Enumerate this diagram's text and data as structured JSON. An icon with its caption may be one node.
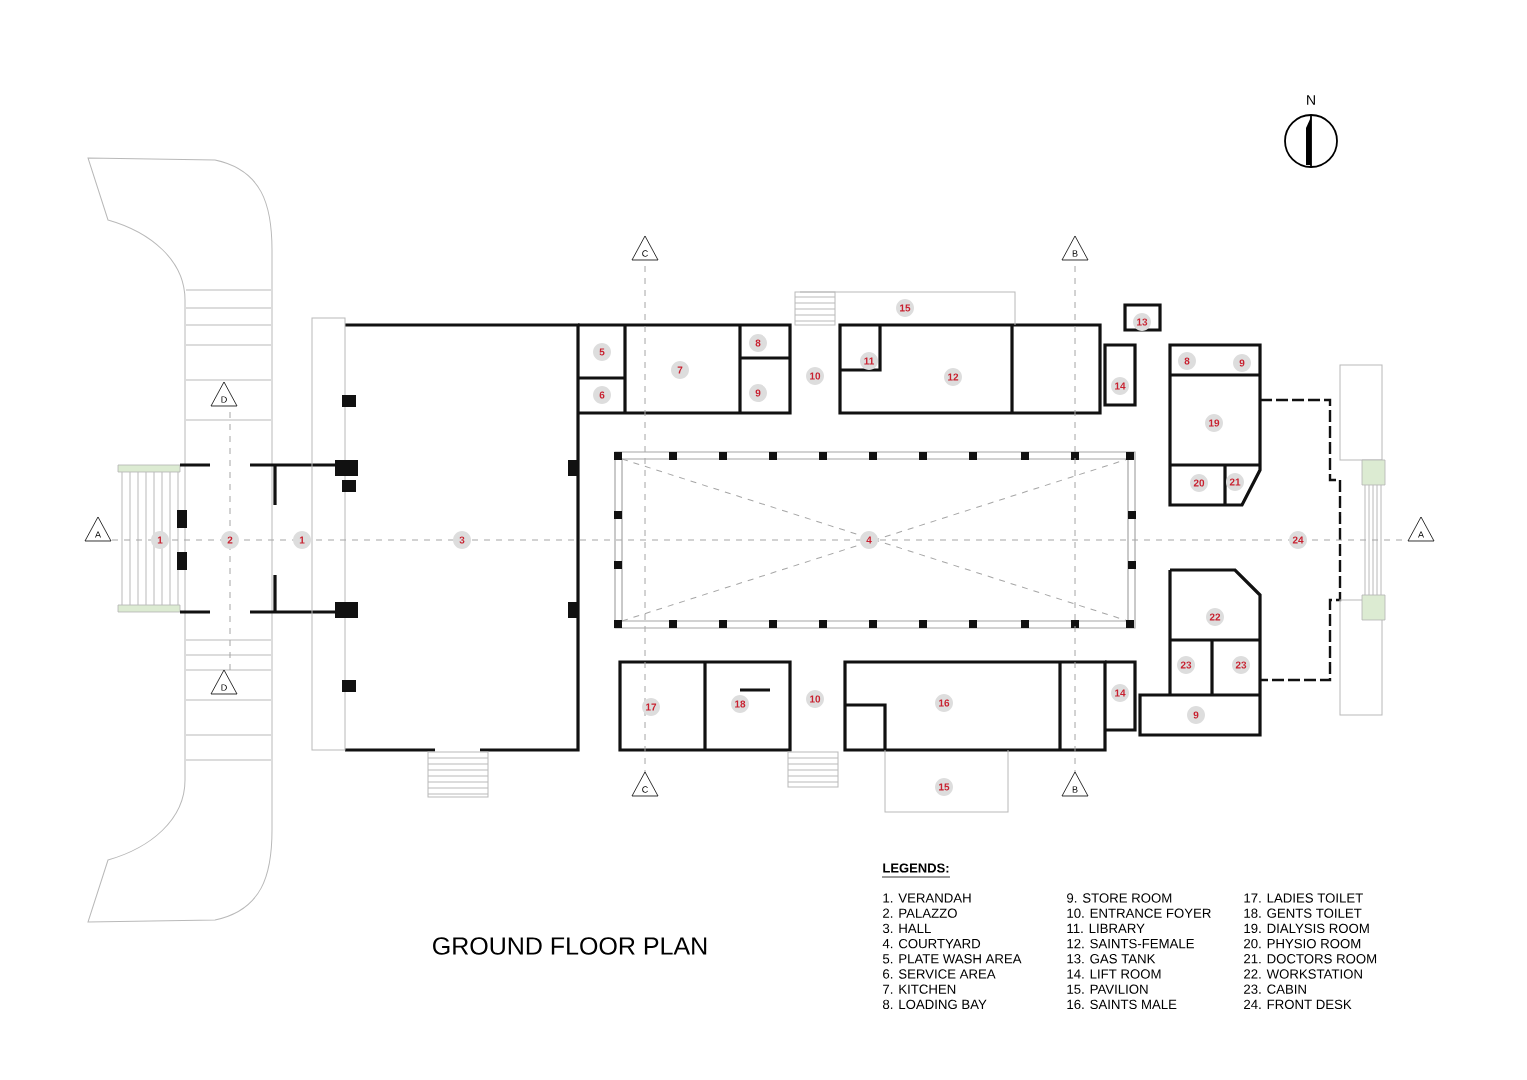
{
  "diagram": {
    "title": "GROUND FLOOR PLAN",
    "labels": [
      "N",
      "C",
      "B",
      "15",
      "13",
      "8",
      "5",
      "11",
      "8",
      "9",
      "7",
      "10",
      "12",
      "14",
      "6",
      "9",
      "D",
      "19",
      "20",
      "21",
      "A",
      "1",
      "2",
      "1",
      "3",
      "4",
      "24",
      "A",
      "22",
      "23",
      "23",
      "D",
      "14",
      "10",
      "18",
      "16",
      "17",
      "9",
      "C",
      "15",
      "B",
      "LEGENDS:",
      "1. VERANDAH",
      "2. PALAZZO",
      "3. HALL",
      "4. COURTYARD",
      "5. PLATE WASH AREA",
      "6. SERVICE AREA",
      "7. KITCHEN",
      "8. LOADING BAY",
      "9. STORE ROOM",
      "10. ENTRANCE FOYER",
      "11. LIBRARY",
      "12. SAINTS-FEMALE",
      "13. GAS TANK",
      "14. LIFT ROOM",
      "15. PAVILION",
      "16. SAINTS MALE",
      "17. LADIES TOILET",
      "18. GENTS TOILET",
      "19. DIALYSIS ROOM",
      "20. PHYSIO ROOM",
      "21. DOCTORS ROOM",
      "22. WORKSTATION",
      "23. CABIN",
      "24. FRONT DESK"
    ]
  }
}
